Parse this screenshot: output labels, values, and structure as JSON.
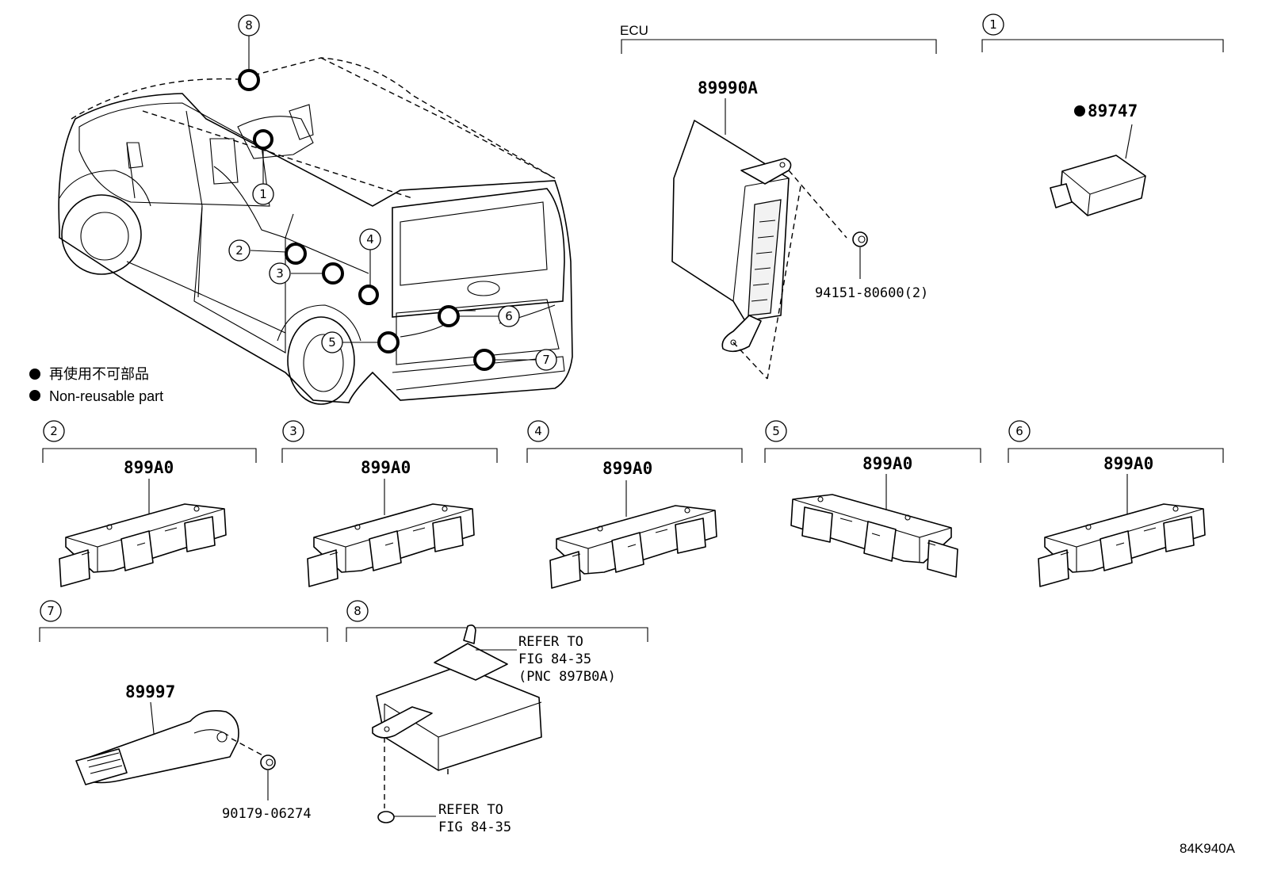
{
  "figure_code": "84K940A",
  "legend": {
    "japanese": "再使用不可部品",
    "english": "Non-reusable part"
  },
  "vehicle_callouts": [
    "1",
    "2",
    "3",
    "4",
    "5",
    "6",
    "7",
    "8"
  ],
  "groups": {
    "ecu": {
      "label": "ECU",
      "part_number": "89990A",
      "fastener": "94151-80600(2)"
    },
    "g1": {
      "num": "1",
      "part_number": "89747",
      "non_reusable": true
    },
    "g2": {
      "num": "2",
      "part_number": "899A0"
    },
    "g3": {
      "num": "3",
      "part_number": "899A0"
    },
    "g4": {
      "num": "4",
      "part_number": "899A0"
    },
    "g5": {
      "num": "5",
      "part_number": "899A0"
    },
    "g6": {
      "num": "6",
      "part_number": "899A0"
    },
    "g7": {
      "num": "7",
      "part_number": "89997",
      "fastener": "90179-06274"
    },
    "g8": {
      "num": "8",
      "refer_upper": [
        "REFER TO",
        "FIG 84-35",
        "(PNC 897B0A)"
      ],
      "refer_lower": [
        "REFER TO",
        "FIG 84-35"
      ]
    }
  }
}
